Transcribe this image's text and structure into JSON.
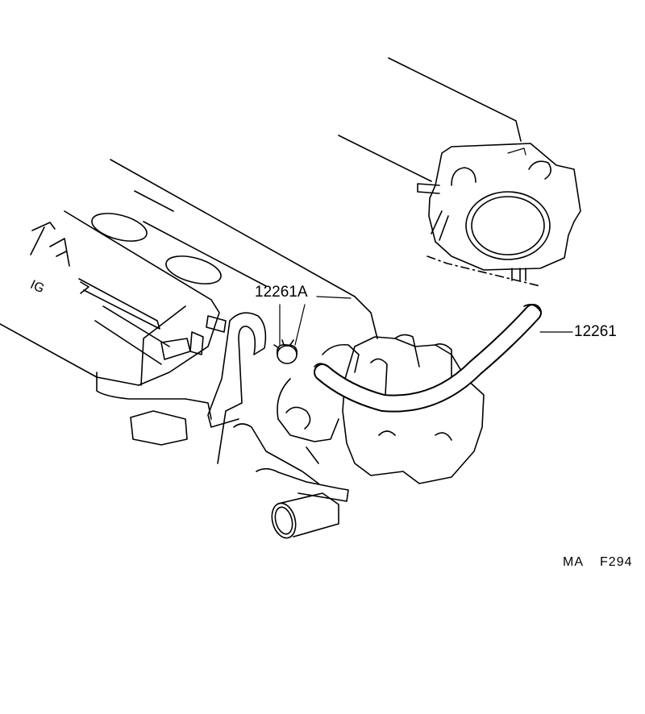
{
  "parts": {
    "clamp_label": "12261A",
    "hose_label": "12261"
  },
  "figure_ref": {
    "prefix": "MA",
    "number": "F294"
  },
  "engraving": "TA IG"
}
